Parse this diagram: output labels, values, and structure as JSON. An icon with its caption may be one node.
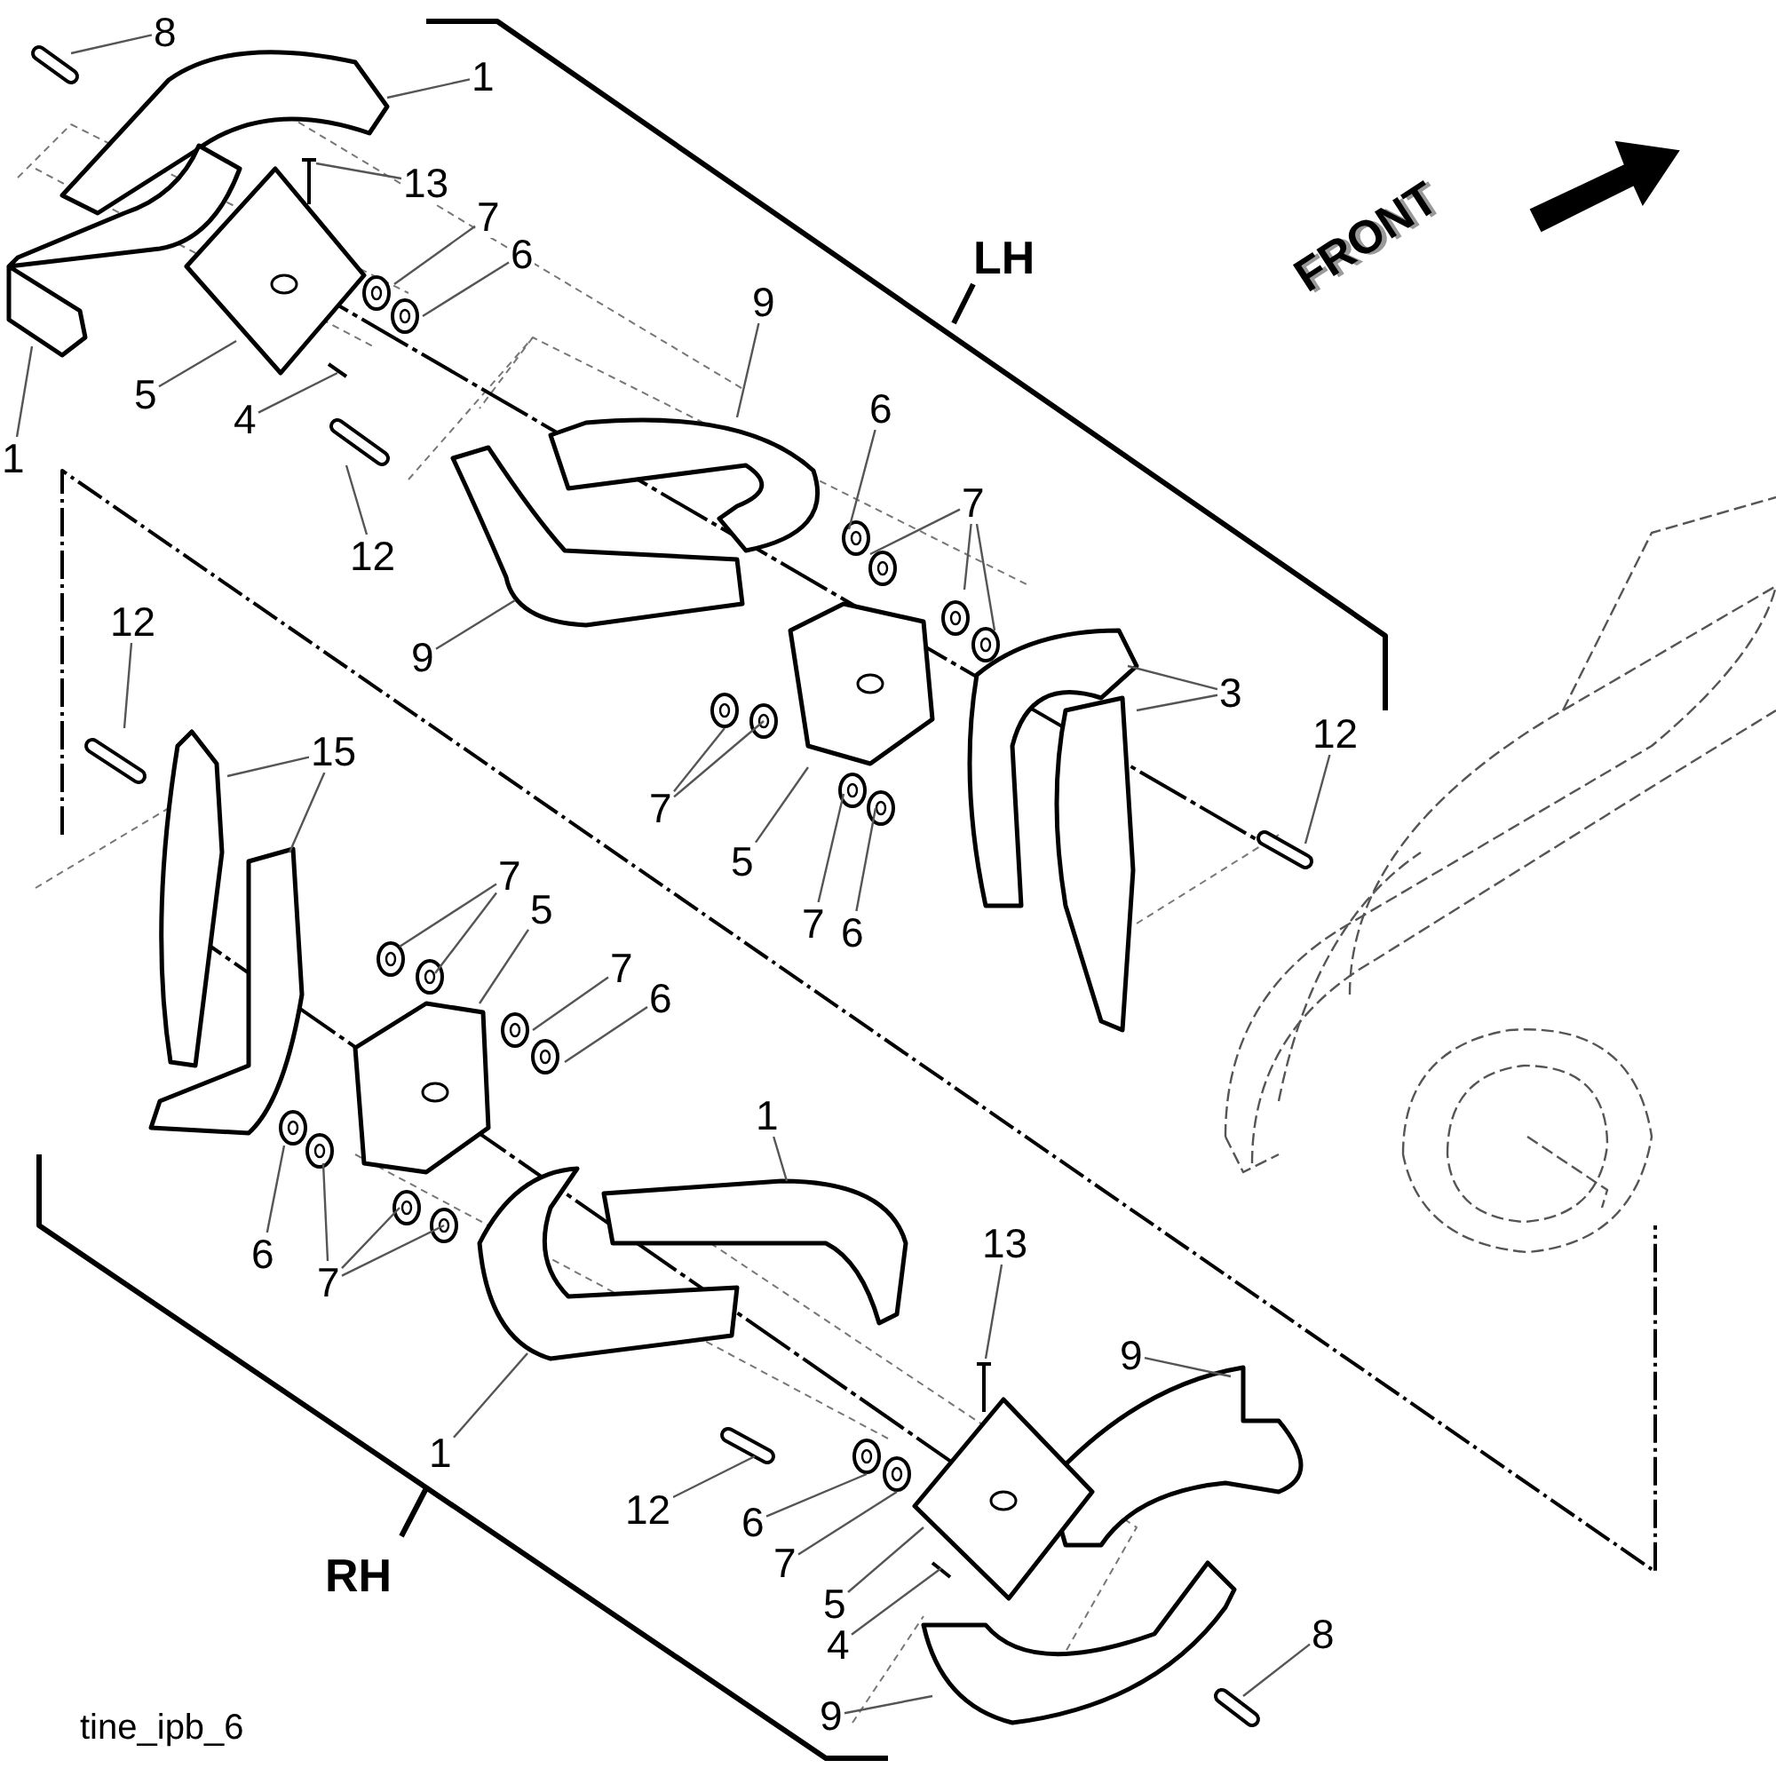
{
  "diagram": {
    "nodes": [
      {
        "text": [
          "8"
        ]
      },
      {
        "text": [
          "1"
        ]
      },
      {
        "text": [
          "13"
        ]
      },
      {
        "text": [
          "7"
        ]
      },
      {
        "text": [
          "6"
        ]
      },
      {
        "text": [
          "1"
        ]
      },
      {
        "text": [
          "5"
        ]
      },
      {
        "text": [
          "4"
        ]
      },
      {
        "text": [
          "9"
        ]
      },
      {
        "text": [
          "6"
        ]
      },
      {
        "text": [
          "12"
        ]
      },
      {
        "text": [
          "7"
        ]
      },
      {
        "text": [
          "9"
        ]
      },
      {
        "text": [
          "3"
        ]
      },
      {
        "text": [
          "12"
        ]
      },
      {
        "text": [
          "12"
        ]
      },
      {
        "text": [
          "15"
        ]
      },
      {
        "text": [
          "7"
        ]
      },
      {
        "text": [
          "5"
        ]
      },
      {
        "text": [
          "7"
        ]
      },
      {
        "text": [
          "6"
        ]
      },
      {
        "text": [
          "7"
        ]
      },
      {
        "text": [
          "5"
        ]
      },
      {
        "text": [
          "7"
        ]
      },
      {
        "text": [
          "6"
        ]
      },
      {
        "text": [
          "1"
        ]
      },
      {
        "text": [
          "6"
        ]
      },
      {
        "text": [
          "7"
        ]
      },
      {
        "text": [
          "13"
        ]
      },
      {
        "text": [
          "9"
        ]
      },
      {
        "text": [
          "1"
        ]
      },
      {
        "text": [
          "12"
        ]
      },
      {
        "text": [
          "6"
        ]
      },
      {
        "text": [
          "7"
        ]
      },
      {
        "text": [
          "5"
        ]
      },
      {
        "text": [
          "4"
        ]
      },
      {
        "text": [
          "8"
        ]
      },
      {
        "text": [
          "9"
        ]
      }
    ],
    "edges": [
      {
        "from": 0,
        "to": null,
        "arrow": "none"
      },
      {
        "from": 1,
        "to": null,
        "arrow": "none"
      },
      {
        "from": 2,
        "to": null,
        "arrow": "none"
      },
      {
        "from": 3,
        "to": null,
        "arrow": "none"
      },
      {
        "from": 4,
        "to": null,
        "arrow": "none"
      },
      {
        "from": 5,
        "to": null,
        "arrow": "none"
      },
      {
        "from": 6,
        "to": null,
        "arrow": "none"
      },
      {
        "from": 7,
        "to": null,
        "arrow": "none"
      },
      {
        "from": 8,
        "to": null,
        "arrow": "none"
      },
      {
        "from": 9,
        "to": null,
        "arrow": "none"
      },
      {
        "from": 10,
        "to": null,
        "arrow": "none"
      },
      {
        "from": 11,
        "to": null,
        "arrow": "none"
      },
      {
        "from": 11,
        "to": null,
        "arrow": "none"
      },
      {
        "from": 11,
        "to": null,
        "arrow": "none"
      },
      {
        "from": 12,
        "to": null,
        "arrow": "none"
      },
      {
        "from": 13,
        "to": null,
        "arrow": "none"
      },
      {
        "from": 13,
        "to": null,
        "arrow": "none"
      },
      {
        "from": 14,
        "to": null,
        "arrow": "none"
      },
      {
        "from": 15,
        "to": null,
        "arrow": "none"
      },
      {
        "from": 16,
        "to": null,
        "arrow": "none"
      },
      {
        "from": 16,
        "to": null,
        "arrow": "none"
      },
      {
        "from": 17,
        "to": null,
        "arrow": "none"
      },
      {
        "from": 17,
        "to": null,
        "arrow": "none"
      },
      {
        "from": 18,
        "to": null,
        "arrow": "none"
      },
      {
        "from": 19,
        "to": null,
        "arrow": "none"
      },
      {
        "from": 20,
        "to": null,
        "arrow": "none"
      },
      {
        "from": 21,
        "to": null,
        "arrow": "none"
      },
      {
        "from": 21,
        "to": null,
        "arrow": "none"
      },
      {
        "from": 22,
        "to": null,
        "arrow": "none"
      },
      {
        "from": 23,
        "to": null,
        "arrow": "none"
      },
      {
        "from": 24,
        "to": null,
        "arrow": "none"
      },
      {
        "from": 25,
        "to": null,
        "arrow": "none"
      },
      {
        "from": 26,
        "to": null,
        "arrow": "none"
      },
      {
        "from": 27,
        "to": null,
        "arrow": "none"
      },
      {
        "from": 27,
        "to": null,
        "arrow": "none"
      },
      {
        "from": 27,
        "to": null,
        "arrow": "none"
      },
      {
        "from": 28,
        "to": null,
        "arrow": "none"
      },
      {
        "from": 29,
        "to": null,
        "arrow": "none"
      },
      {
        "from": 30,
        "to": null,
        "arrow": "none"
      },
      {
        "from": 31,
        "to": null,
        "arrow": "none"
      },
      {
        "from": 32,
        "to": null,
        "arrow": "none"
      },
      {
        "from": 33,
        "to": null,
        "arrow": "none"
      },
      {
        "from": 34,
        "to": null,
        "arrow": "none"
      },
      {
        "from": 35,
        "to": null,
        "arrow": "none"
      },
      {
        "from": 36,
        "to": null,
        "arrow": "none"
      },
      {
        "from": 37,
        "to": null,
        "arrow": "none"
      }
    ],
    "labels": [
      "LH",
      "FRONT",
      "RH",
      "tine_ipb_6"
    ]
  }
}
